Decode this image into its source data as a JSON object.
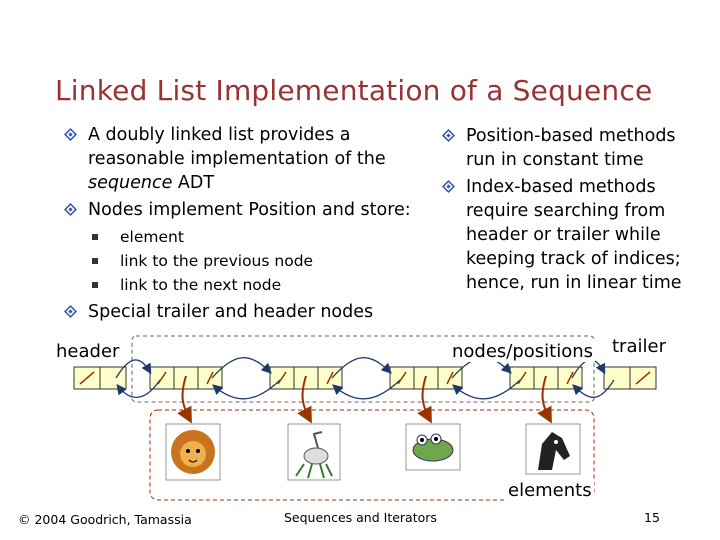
{
  "slide": {
    "title": "Linked List Implementation of a Sequence",
    "left_bullets": {
      "b1_line1": "A doubly linked list provides a",
      "b1_line2": "reasonable implementation of the",
      "b1_line3_italic": "sequence",
      "b1_line3_rest": " ADT",
      "b2": "Nodes implement Position and store:",
      "sub_items": [
        "element",
        "link to the previous node",
        "link to the next node"
      ],
      "b3": "Special trailer and header nodes"
    },
    "right_bullets": {
      "b1_line1": "Position-based methods",
      "b1_line2": "run in constant time",
      "b2_line1": "Index-based methods",
      "b2_line2": "require searching from",
      "b2_line3": "header or trailer while",
      "b2_line4": "keeping track of indices;",
      "b2_line5": "hence, run in linear time"
    },
    "diagram": {
      "header_label": "header",
      "trailer_label": "trailer",
      "positions_label": "nodes/positions",
      "elements_label": "elements",
      "element_icons": [
        "lion-icon",
        "heron-icon",
        "frog-icon",
        "horse-icon"
      ]
    },
    "footer": {
      "copyright": "© 2004 Goodrich, Tamassia",
      "topic": "Sequences and Iterators",
      "page": "15"
    },
    "colors": {
      "title": "#993333",
      "node_fill": "#FFFFCC",
      "node_border": "#333333",
      "pointer": "#993300",
      "link": "#1F3A6B",
      "diamond": "#3355AA"
    }
  }
}
